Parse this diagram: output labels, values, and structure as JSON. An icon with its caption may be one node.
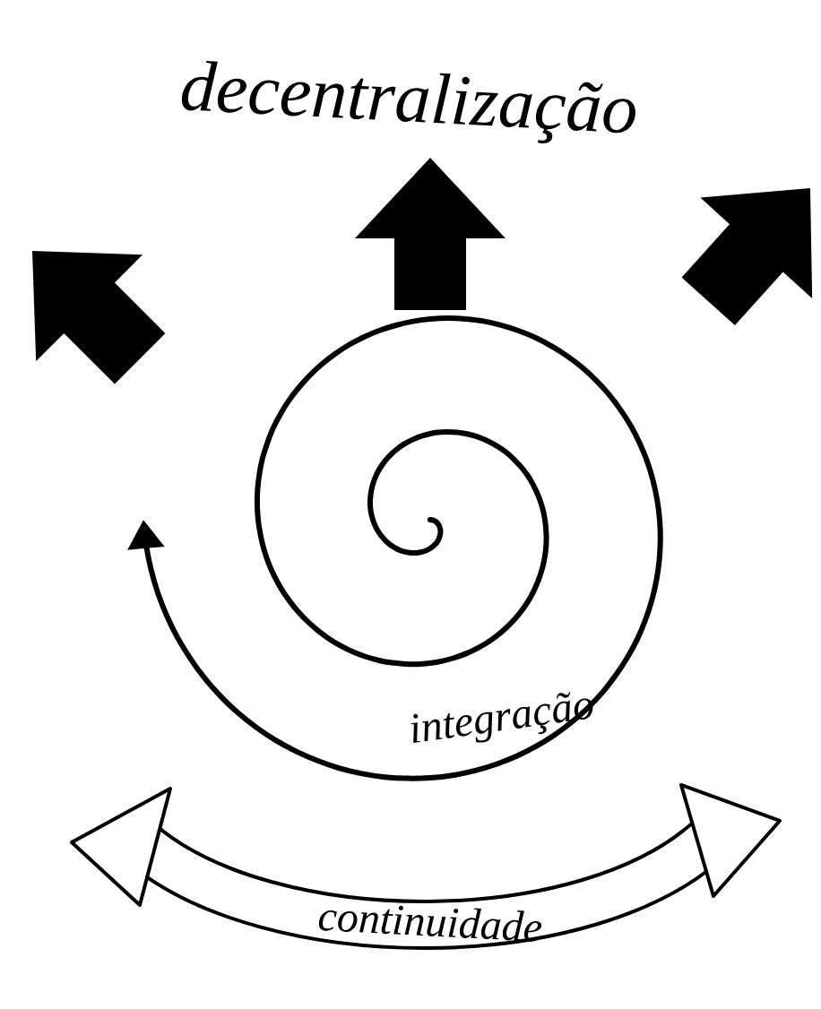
{
  "diagram": {
    "labels": [
      "decentralização",
      "integração",
      "continuidade"
    ]
  }
}
